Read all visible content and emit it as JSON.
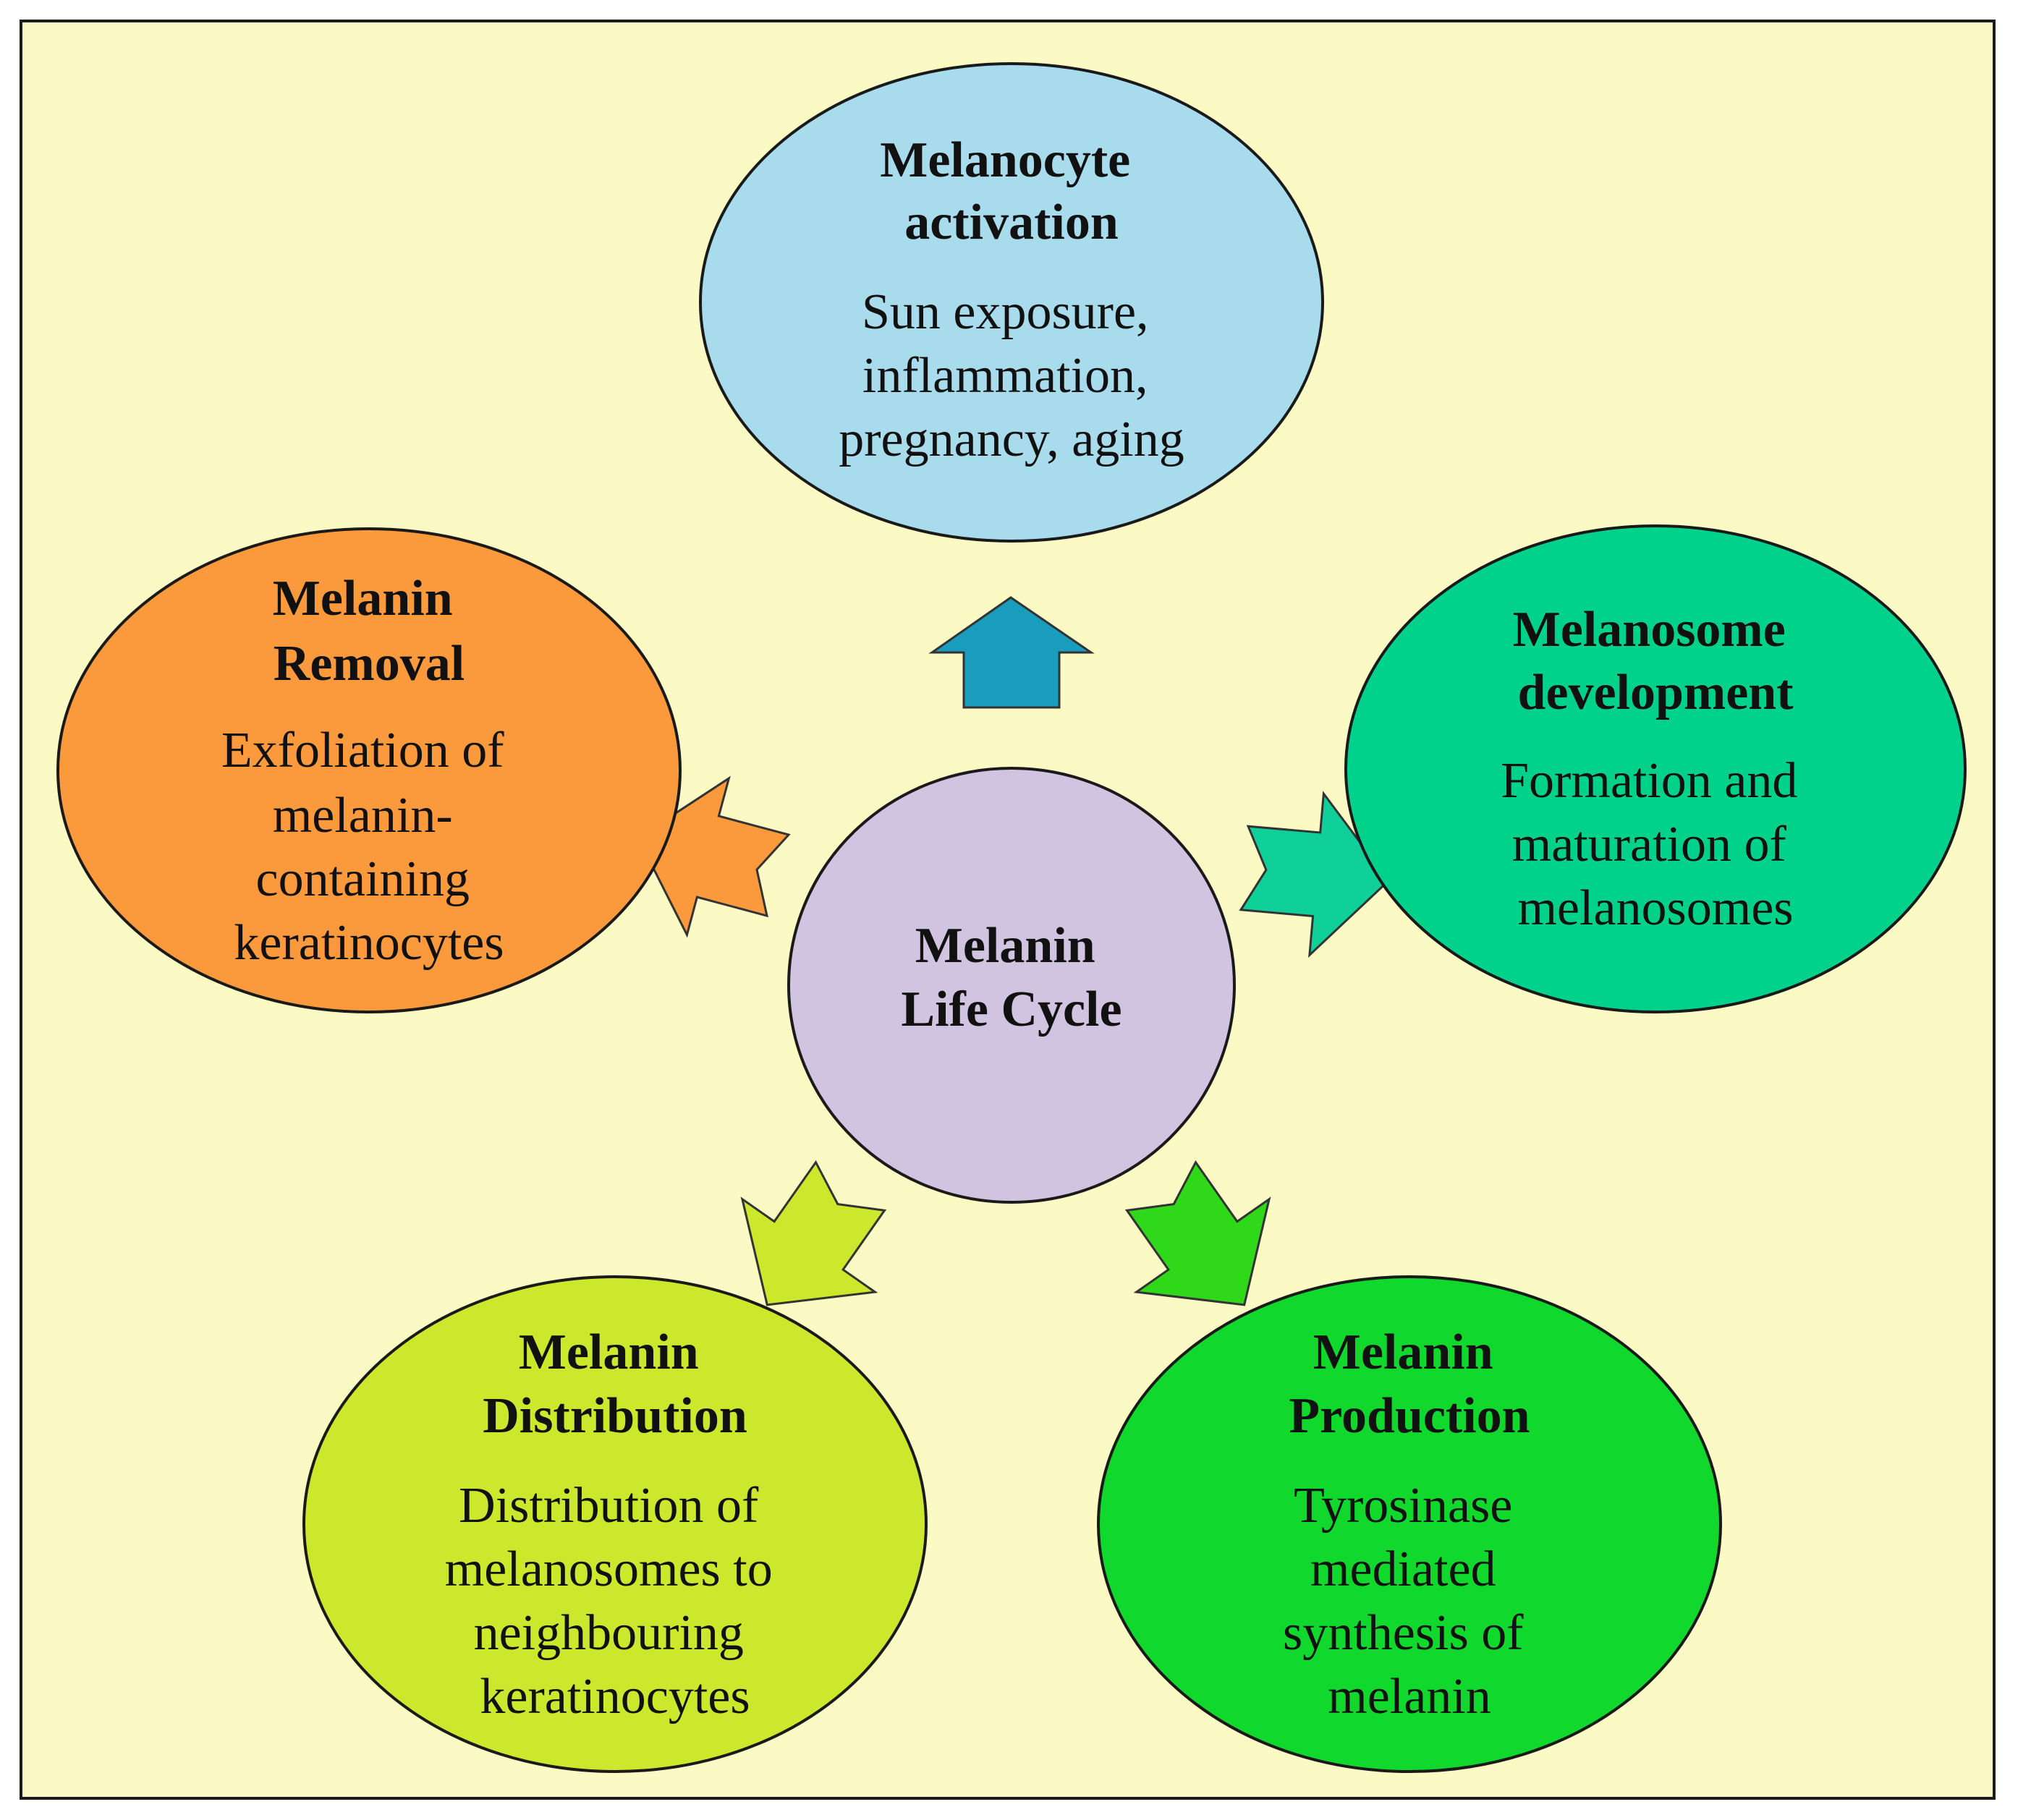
{
  "center": {
    "title_lines": [
      "Melanin",
      "Life Cycle"
    ],
    "fill": "#d0c4e0"
  },
  "stages": [
    {
      "key": "activation",
      "title_lines": [
        "Melanocyte",
        "activation"
      ],
      "desc_lines": [
        "Sun exposure,",
        "inflammation,",
        "pregnancy,  aging"
      ],
      "fill": "#a8dcec",
      "arrow_fill": "#1a9cbc"
    },
    {
      "key": "development",
      "title_lines": [
        "Melanosome",
        "development"
      ],
      "desc_lines": [
        "Formation and",
        "maturation of",
        "melanosomes"
      ],
      "fill": "#00d28c",
      "arrow_fill": "#10d09a"
    },
    {
      "key": "production",
      "title_lines": [
        "Melanin",
        "Production"
      ],
      "desc_lines": [
        "Tyrosinase",
        "mediated",
        "synthesis  of",
        "melanin"
      ],
      "fill": "#10d82c",
      "arrow_fill": "#30d81a"
    },
    {
      "key": "distribution",
      "title_lines": [
        "Melanin",
        "Distribution"
      ],
      "desc_lines": [
        "Distribution of",
        "melanosomes  to",
        "neighbouring",
        "keratinocytes"
      ],
      "fill": "#cce82c",
      "arrow_fill": "#cce82c"
    },
    {
      "key": "removal",
      "title_lines": [
        "Melanin",
        "Removal"
      ],
      "desc_lines": [
        "Exfoliation of",
        "melanin-",
        "containing",
        "keratinocytes"
      ],
      "fill": "#fb9a3c",
      "arrow_fill": "#fb9a3c"
    }
  ]
}
